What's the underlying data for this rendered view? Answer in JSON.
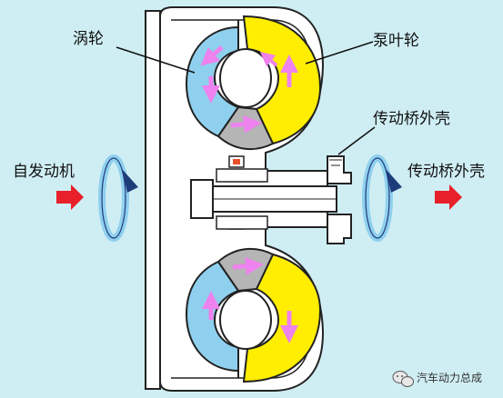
{
  "labels": {
    "turbine": "涡轮",
    "pump_impeller": "泵叶轮",
    "drive_axle_housing_top": "传动桥外壳",
    "engine": "自发动机",
    "drive_axle_housing_right": "传动桥外壳"
  },
  "watermark": {
    "text": "汽车动力总成"
  },
  "colors": {
    "background": "#cfeef3",
    "turbine_blue": "#8fd0ee",
    "impeller_yellow": "#ffee00",
    "stator_gray": "#b5b5b5",
    "flow_arrow_pink": "#ee82ee",
    "input_arrow_red": "#e8202a",
    "rotation_arrow_navy": "#1e3b7a",
    "housing_white": "#ffffff",
    "outline": "#222222"
  },
  "icons": {
    "rotation_left": "rotation-arrow-icon",
    "rotation_right": "rotation-arrow-icon",
    "watermark_logo": "wechat-icon"
  }
}
